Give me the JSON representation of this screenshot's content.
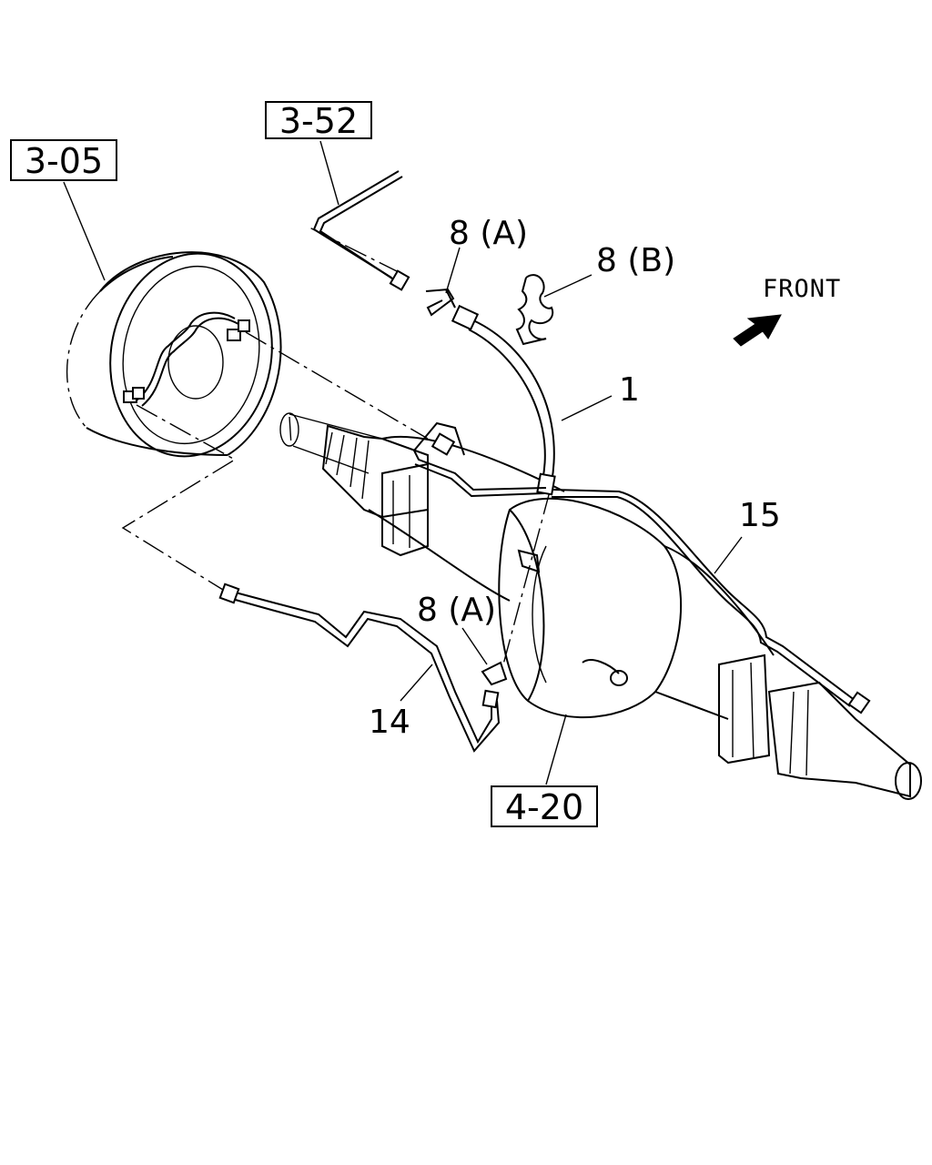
{
  "references": [
    {
      "id": "ref-3-52",
      "text": "3-52"
    },
    {
      "id": "ref-3-05",
      "text": "3-05"
    },
    {
      "id": "ref-4-20",
      "text": "4-20"
    }
  ],
  "callouts": [
    {
      "id": "callout-8a-top",
      "text": "8 (A)"
    },
    {
      "id": "callout-8b",
      "text": "8 (B)"
    },
    {
      "id": "callout-1",
      "text": "1"
    },
    {
      "id": "callout-15",
      "text": "15"
    },
    {
      "id": "callout-8a-bottom",
      "text": "8 (A)"
    },
    {
      "id": "callout-14",
      "text": "14"
    }
  ],
  "direction": {
    "text": "FRONT",
    "icon": "front-arrow-icon"
  }
}
